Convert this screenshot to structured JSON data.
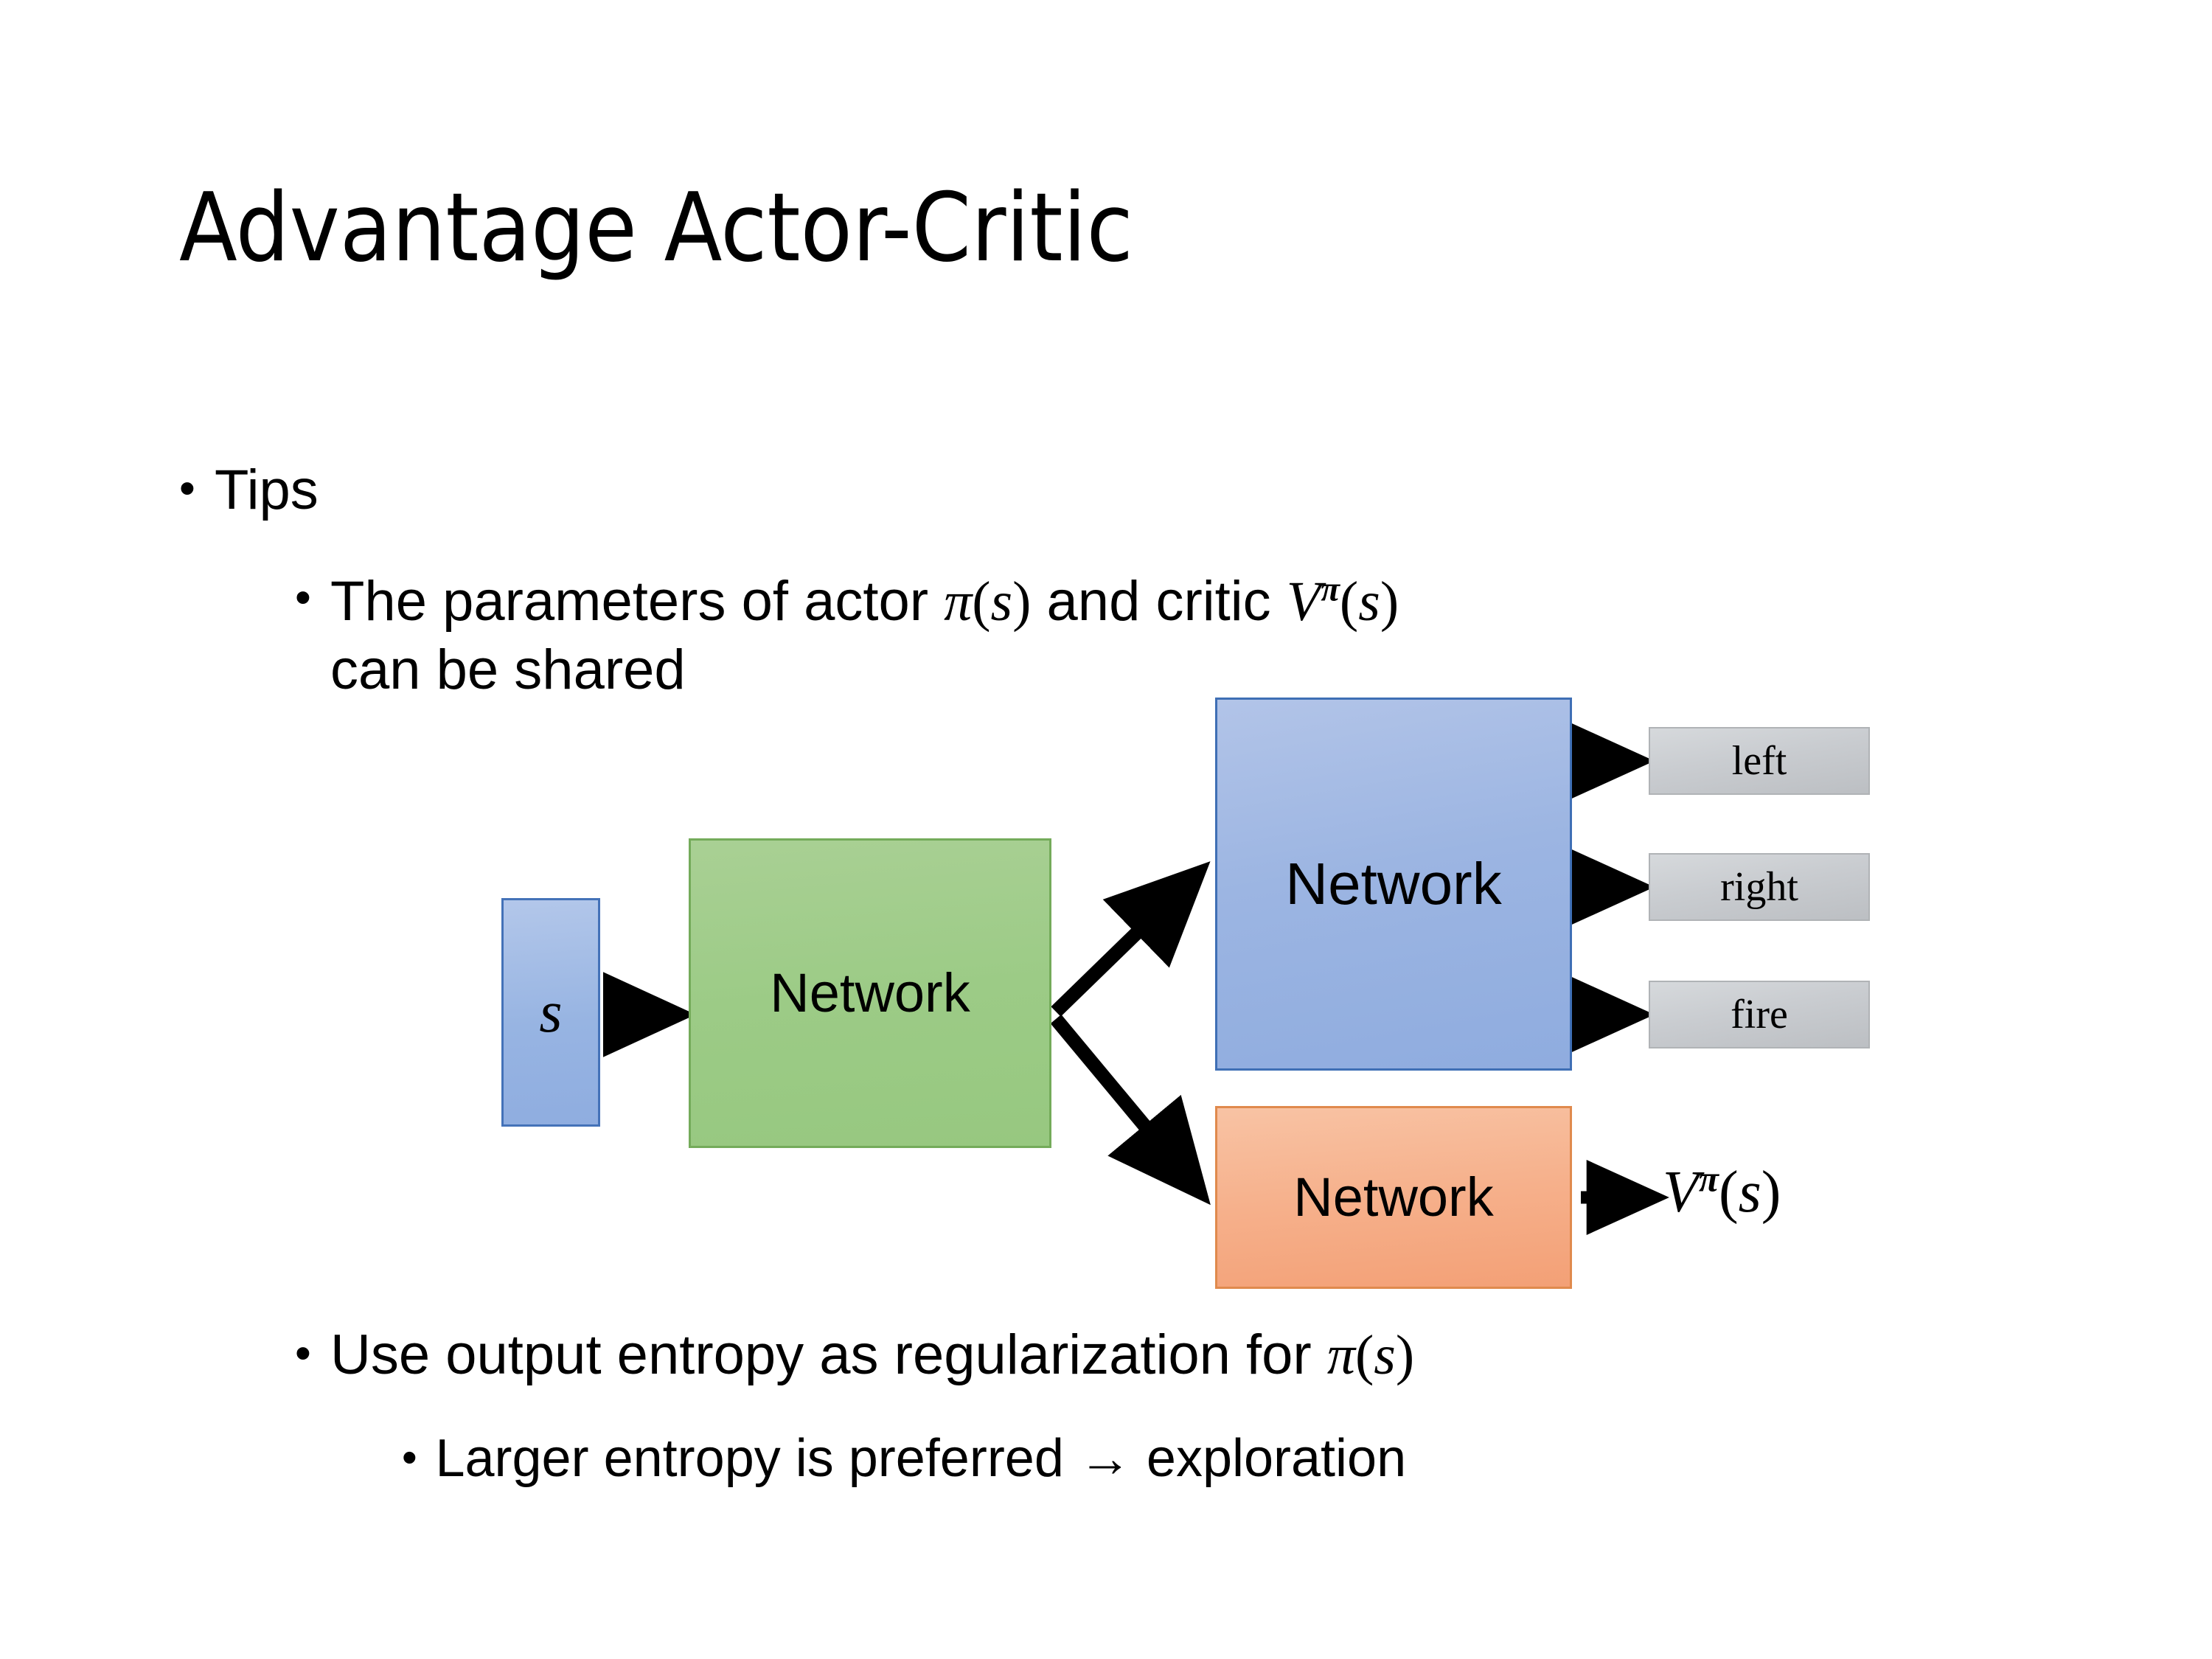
{
  "slide": {
    "title": "Advantage Actor-Critic",
    "background": "#ffffff"
  },
  "bullets": {
    "level1_tips": {
      "marker": "•",
      "text": "Tips"
    },
    "level2_shared": {
      "marker": "•",
      "text_parts": {
        "p1": "The parameters of actor ",
        "math_pi_s": "π(s)",
        "p2": "  and critic ",
        "math_v_pi_s": "Vπ(s)",
        "p3": "can be shared"
      },
      "line1_plain": "The parameters of actor π(s)  and critic Vπ(s)",
      "line2_plain": "can be shared"
    },
    "level2_entropy": {
      "marker": "•",
      "text_parts": {
        "p1": "Use output entropy as regularization for ",
        "math_pi_s": "π(s)"
      },
      "plain": "Use output entropy as regularization for π(s)"
    },
    "level3_larger": {
      "marker": "•",
      "text": "Larger entropy is preferred → exploration"
    }
  },
  "math_symbols": {
    "pi": "π",
    "s": "s",
    "V": "V",
    "open_paren": "(",
    "close_paren": ")",
    "arrow_right": "→"
  },
  "diagram": {
    "input_box": {
      "label": "s",
      "fill": "#97b4e2",
      "border": "#4472b8"
    },
    "shared_network": {
      "label": "Network",
      "fill": "#9ccb86",
      "border": "#74ab5a"
    },
    "actor_network": {
      "label": "Network",
      "fill": "#9cb5e2",
      "border": "#3f6fb5"
    },
    "critic_network": {
      "label": "Network",
      "fill": "#f6b08b",
      "border": "#e08a4d"
    },
    "action_outputs": [
      {
        "label": "left",
        "fill": "#c9ccd0",
        "border": "#b0b3b6"
      },
      {
        "label": "right",
        "fill": "#c9ccd0",
        "border": "#b0b3b6"
      },
      {
        "label": "fire",
        "fill": "#c9ccd0",
        "border": "#b0b3b6"
      }
    ],
    "critic_output": {
      "label": "Vπ(s)"
    },
    "arrow_color": "#000000"
  }
}
